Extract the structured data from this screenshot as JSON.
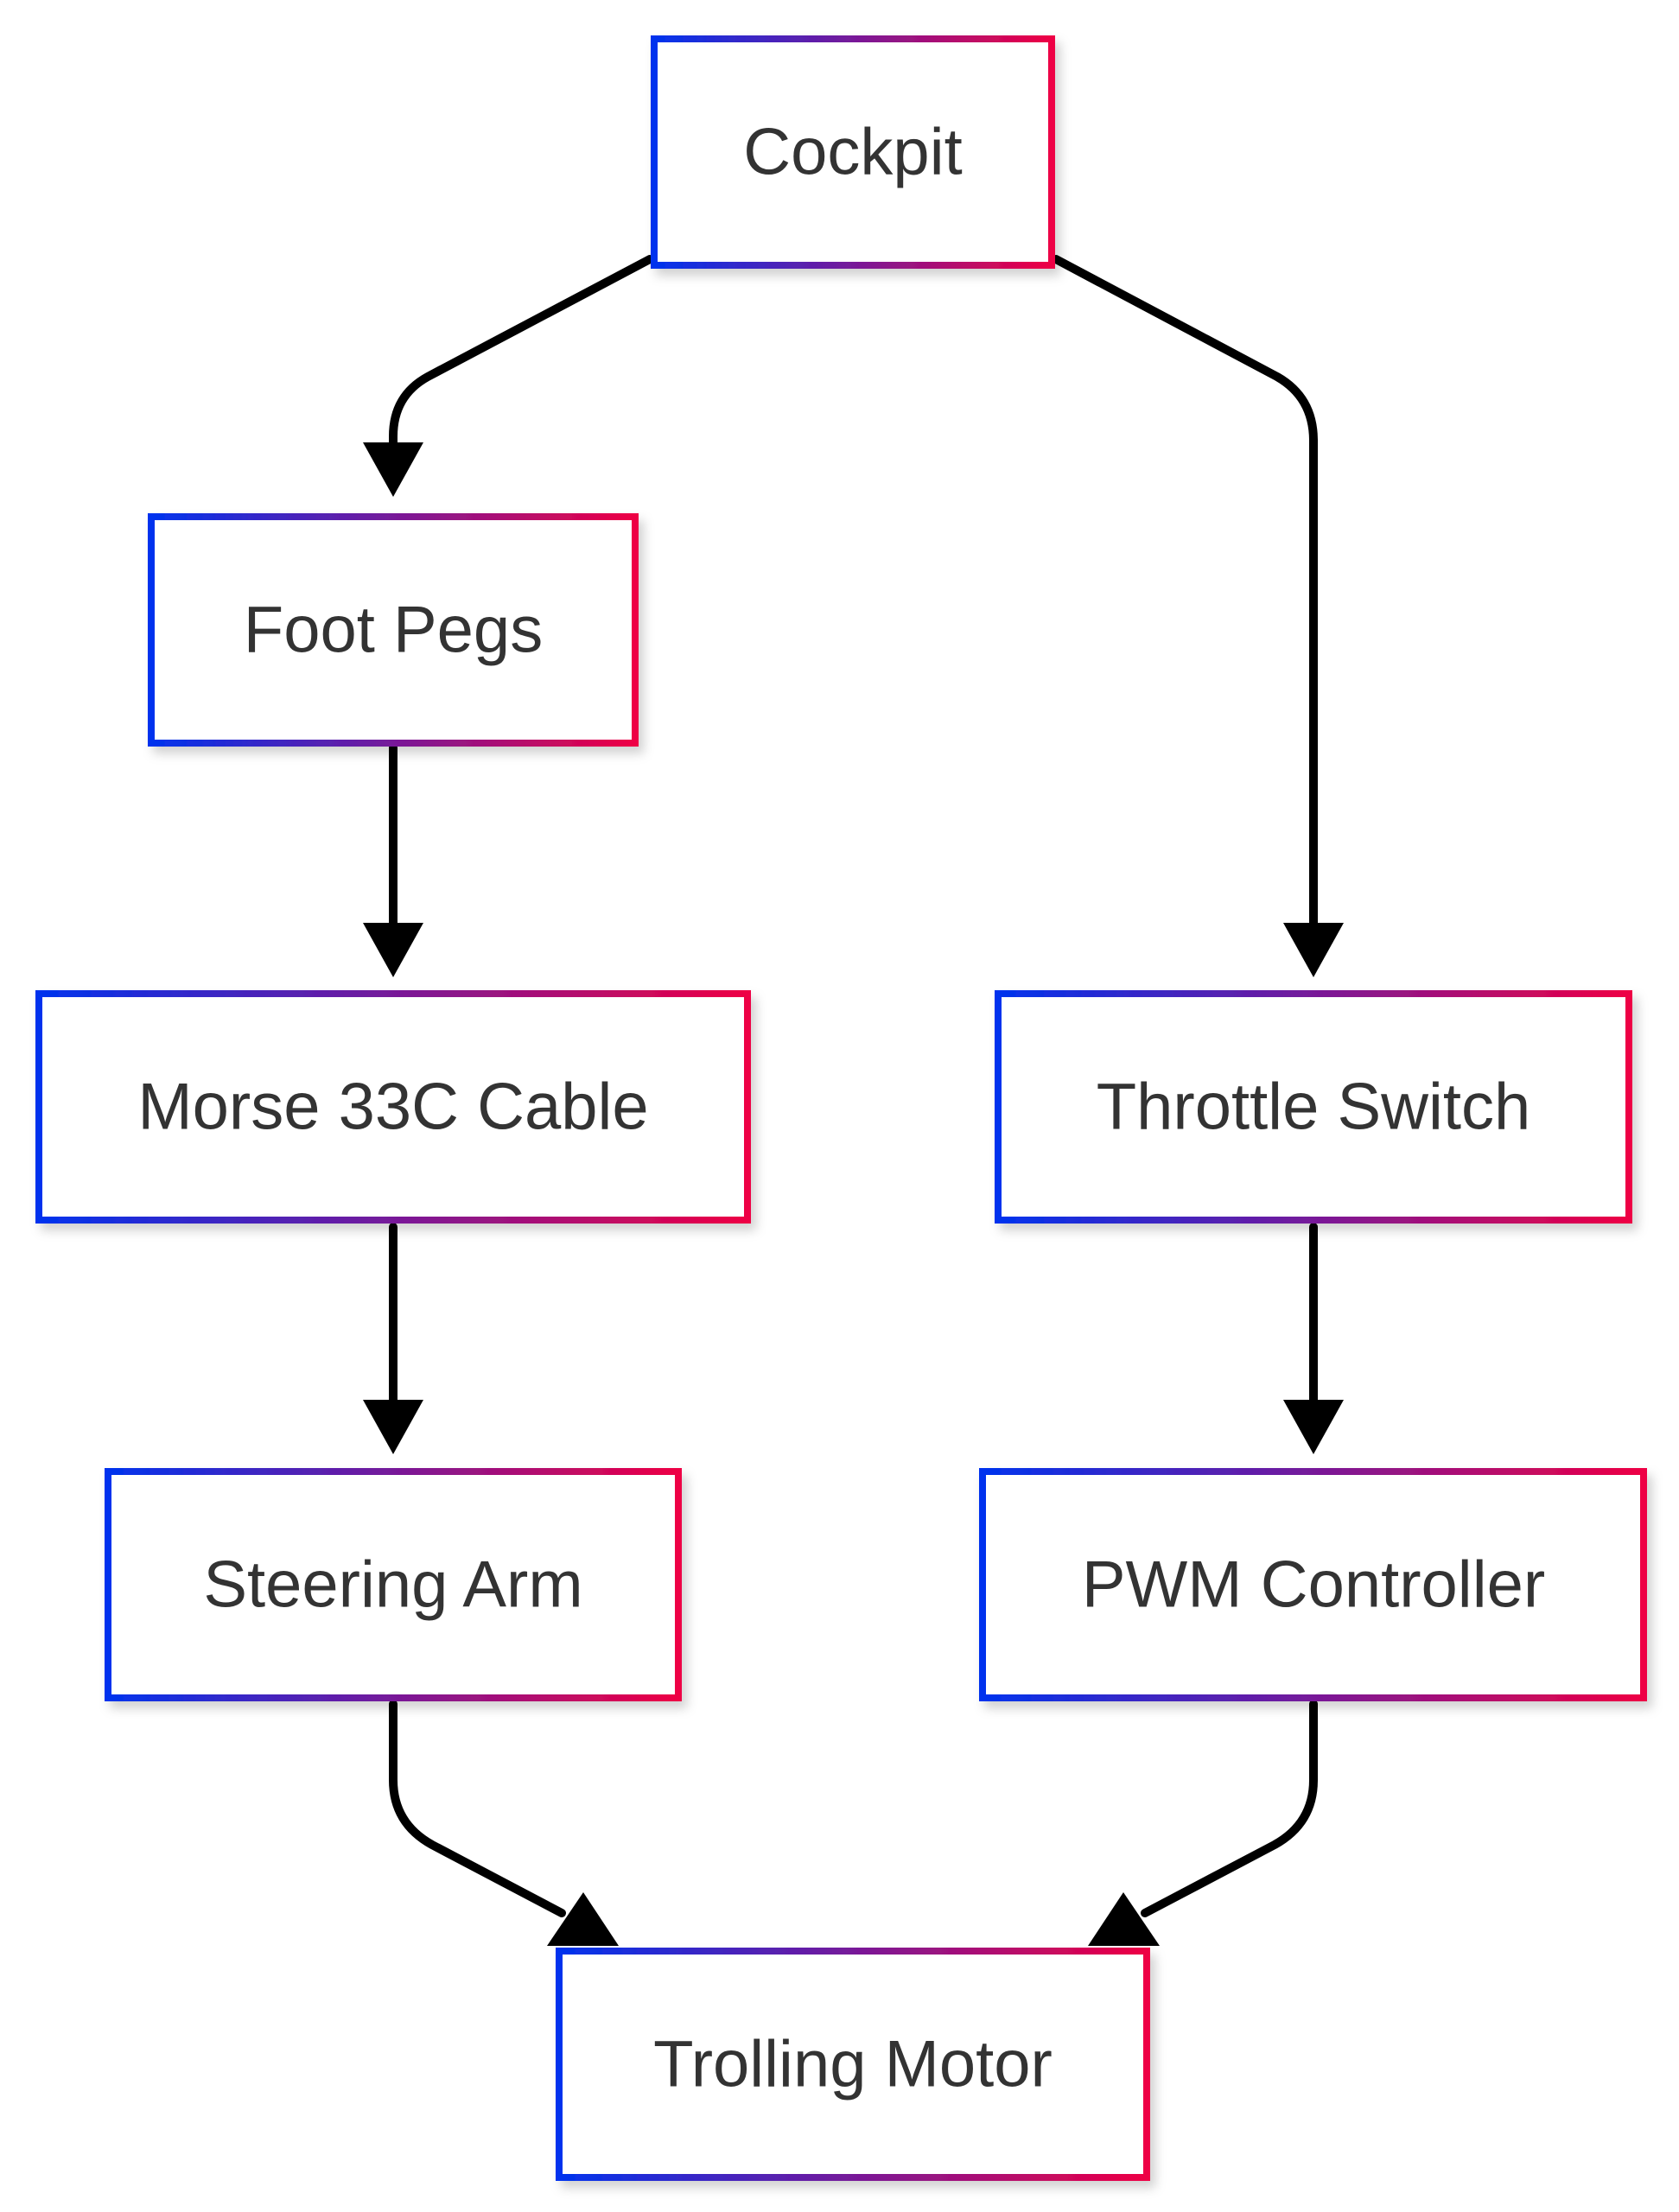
{
  "diagram": {
    "type": "flowchart",
    "border_gradient": {
      "start": "#0033ee",
      "end": "#ee0044"
    },
    "nodes": [
      {
        "id": "cockpit",
        "label": "Cockpit"
      },
      {
        "id": "foot_pegs",
        "label": "Foot Pegs"
      },
      {
        "id": "morse_cable",
        "label": "Morse 33C Cable"
      },
      {
        "id": "steering_arm",
        "label": "Steering Arm"
      },
      {
        "id": "throttle_switch",
        "label": "Throttle Switch"
      },
      {
        "id": "pwm_controller",
        "label": "PWM Controller"
      },
      {
        "id": "trolling_motor",
        "label": "Trolling Motor"
      }
    ],
    "edges": [
      {
        "from": "cockpit",
        "to": "foot_pegs"
      },
      {
        "from": "cockpit",
        "to": "throttle_switch"
      },
      {
        "from": "foot_pegs",
        "to": "morse_cable"
      },
      {
        "from": "morse_cable",
        "to": "steering_arm"
      },
      {
        "from": "throttle_switch",
        "to": "pwm_controller"
      },
      {
        "from": "steering_arm",
        "to": "trolling_motor"
      },
      {
        "from": "pwm_controller",
        "to": "trolling_motor"
      }
    ]
  }
}
